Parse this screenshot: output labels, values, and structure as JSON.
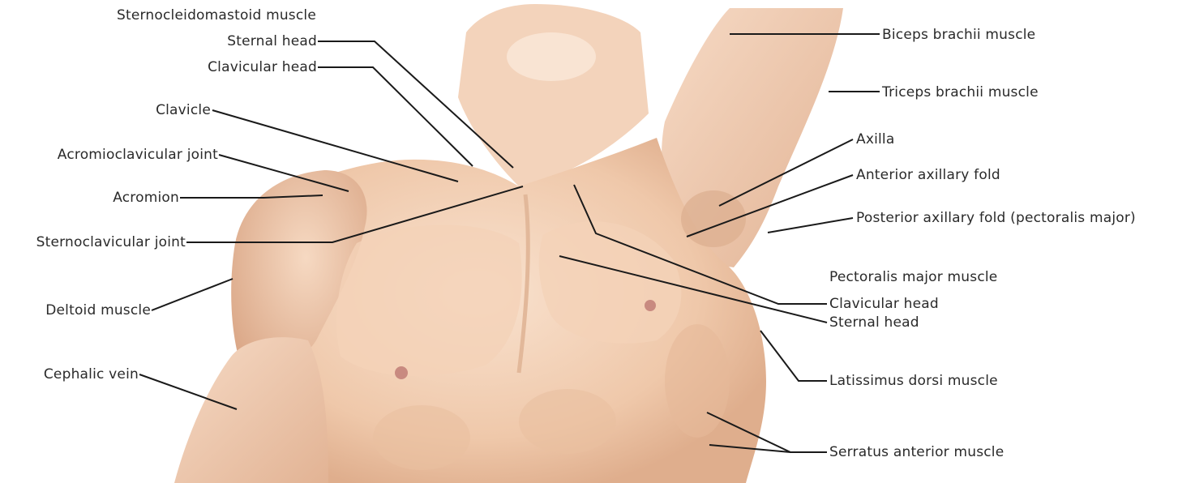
{
  "labels": {
    "scm": "Sternocleidomastoid muscle",
    "scm_sternal": "Sternal head",
    "scm_clavicular": "Clavicular head",
    "clavicle": "Clavicle",
    "ac_joint": "Acromioclavicular joint",
    "acromion": "Acromion",
    "sc_joint": "Sternoclavicular joint",
    "deltoid": "Deltoid muscle",
    "cephalic": "Cephalic vein",
    "biceps": "Biceps brachii muscle",
    "triceps": "Triceps brachii muscle",
    "axilla": "Axilla",
    "ant_fold": "Anterior axillary fold",
    "post_fold": "Posterior axillary fold (pectoralis major)",
    "pec_major": "Pectoralis major muscle",
    "pec_clavicular": "Clavicular head",
    "pec_sternal": "Sternal head",
    "latissimus": "Latissimus dorsi muscle",
    "serratus": "Serratus anterior muscle"
  },
  "colors": {
    "skin_light": "#f7dcc6",
    "skin_mid": "#ecc3a4",
    "skin_shadow": "#d9a583",
    "line": "#1a1a1a",
    "text": "#2a2a2a",
    "nipple": "#c88a80"
  }
}
